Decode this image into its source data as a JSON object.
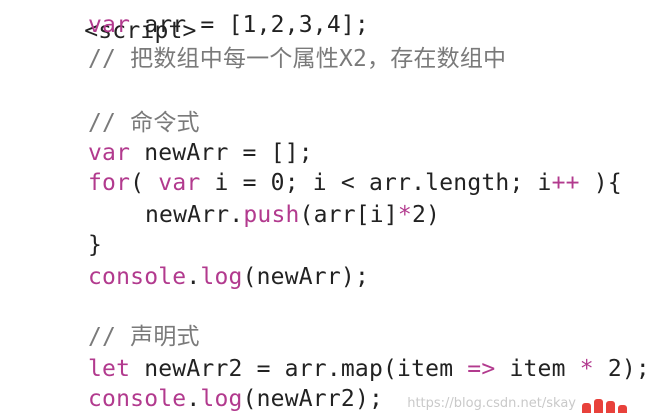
{
  "code_lines": [
    {
      "top": "<script>",
      "tokens": []
    },
    {
      "tokens": [
        [
          "kw",
          "var"
        ],
        [
          "pl",
          " arr = [1,2,3,4];"
        ]
      ]
    },
    {
      "tokens": [
        [
          "cm",
          "// 把数组中每一个属性X2，存在数组中"
        ]
      ]
    },
    {
      "tokens": []
    },
    {
      "tokens": [
        [
          "cm",
          "// 命令式"
        ]
      ]
    },
    {
      "tokens": [
        [
          "kw",
          "var"
        ],
        [
          "pl",
          " newArr = "
        ],
        [
          "pl",
          "[];"
        ]
      ]
    },
    {
      "tokens": [
        [
          "kw",
          "for"
        ],
        [
          "pl",
          "( "
        ],
        [
          "kw",
          "var"
        ],
        [
          "pl",
          " i = 0; i < arr.length; i"
        ],
        [
          "op",
          "++"
        ],
        [
          "pl",
          " ){"
        ]
      ]
    },
    {
      "tokens": [
        [
          "pl",
          "newArr."
        ],
        [
          "fn",
          "push"
        ],
        [
          "pl",
          "(arr[i]"
        ],
        [
          "op",
          "*"
        ],
        [
          "pl",
          "2)"
        ]
      ]
    },
    {
      "tokens": [
        [
          "pl",
          "}"
        ]
      ]
    },
    {
      "tokens": [
        [
          "fn",
          "console"
        ],
        [
          "pl",
          "."
        ],
        [
          "fn",
          "log"
        ],
        [
          "pl",
          "(newArr);"
        ]
      ]
    },
    {
      "tokens": []
    },
    {
      "tokens": [
        [
          "cm",
          "// 声明式"
        ]
      ]
    },
    {
      "tokens": [
        [
          "kw",
          "let"
        ],
        [
          "pl",
          " newArr2 = arr.map(item "
        ],
        [
          "op",
          "=>"
        ],
        [
          "pl",
          " item "
        ],
        [
          "op",
          "*"
        ],
        [
          "pl",
          " 2);"
        ]
      ]
    },
    {
      "tokens": [
        [
          "fn",
          "console"
        ],
        [
          "pl",
          "."
        ],
        [
          "fn",
          "log"
        ],
        [
          "pl",
          "(newArr2);"
        ]
      ]
    }
  ],
  "watermark": "https://blog.csdn.net/skay",
  "colors": {
    "keyword": "#b23a8e",
    "comment": "#7a7a7a",
    "plain": "#222222",
    "background": "#ffffff"
  }
}
